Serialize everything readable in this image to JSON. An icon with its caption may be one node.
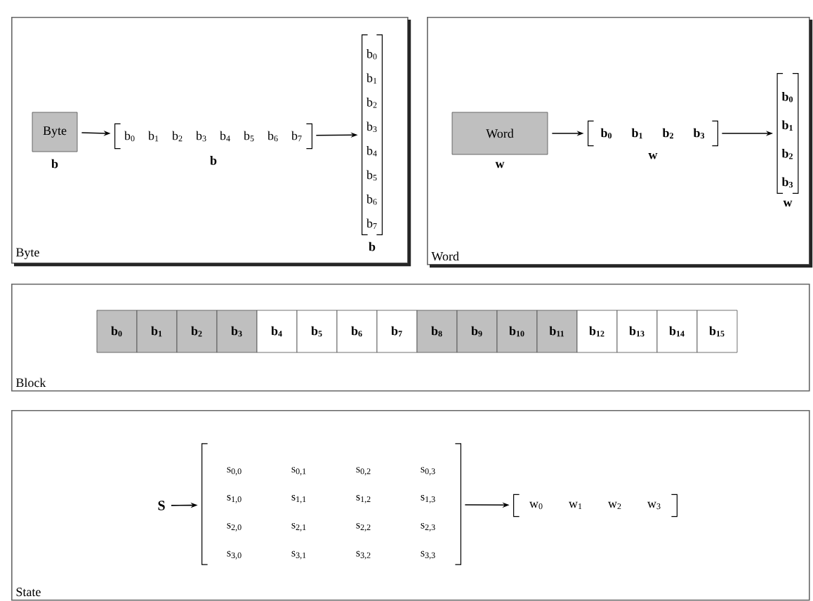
{
  "diagram": {
    "nodes": [
      {
        "text": [
          "Byte"
        ]
      },
      {
        "text": [
          "Byte"
        ],
        "beside": [
          "b"
        ],
        "in": 0
      },
      {
        "text": [
          "b$_{0}$",
          "b$_{1}$",
          "b$_{2}$",
          "b$_{3}$",
          "b$_{4}$",
          "b$_{5}$",
          "b$_{6}$",
          "b$_{7}$"
        ],
        "beside": [
          "b"
        ],
        "in": 0
      },
      {
        "text": [
          "b$_{0}$",
          "b$_{1}$",
          "b$_{2}$",
          "b$_{3}$",
          "b$_{4}$",
          "b$_{5}$",
          "b$_{6}$",
          "b$_{7}$"
        ],
        "beside": [
          "b"
        ],
        "in": 0
      },
      {
        "text": [
          "Word"
        ]
      },
      {
        "text": [
          "Word"
        ],
        "beside": [
          "w"
        ],
        "in": 4
      },
      {
        "text": [
          "b$_{0}$",
          "b$_{1}$",
          "b$_{2}$",
          "b$_{3}$"
        ],
        "beside": [
          "w"
        ],
        "in": 4
      },
      {
        "text": [
          "b$_{0}$",
          "b$_{1}$",
          "b$_{2}$",
          "b$_{3}$"
        ],
        "beside": [
          "w"
        ],
        "in": 4
      },
      {
        "text": [
          "Block"
        ]
      },
      {
        "text": [
          "b$_{0}$"
        ],
        "in": 8
      },
      {
        "text": [
          "b$_{1}$"
        ],
        "in": 8
      },
      {
        "text": [
          "b$_{2}$"
        ],
        "in": 8
      },
      {
        "text": [
          "b$_{3}$"
        ],
        "in": 8
      },
      {
        "text": [
          "b$_{4}$"
        ],
        "in": 8
      },
      {
        "text": [
          "b$_{5}$"
        ],
        "in": 8
      },
      {
        "text": [
          "b$_{6}$"
        ],
        "in": 8
      },
      {
        "text": [
          "b$_{7}$"
        ],
        "in": 8
      },
      {
        "text": [
          "b$_{8}$"
        ],
        "in": 8
      },
      {
        "text": [
          "b$_{9}$"
        ],
        "in": 8
      },
      {
        "text": [
          "b$_{10}$"
        ],
        "in": 8
      },
      {
        "text": [
          "b$_{11}$"
        ],
        "in": 8
      },
      {
        "text": [
          "b$_{12}$"
        ],
        "in": 8
      },
      {
        "text": [
          "b$_{13}$"
        ],
        "in": 8
      },
      {
        "text": [
          "b$_{14}$"
        ],
        "in": 8
      },
      {
        "text": [
          "b$_{15}$"
        ],
        "in": 8
      },
      {
        "text": [
          "State"
        ]
      },
      {
        "text": [
          "S"
        ],
        "in": 25
      },
      {
        "text": [
          "s$_{0,0}$",
          "s$_{0,1}$",
          "s$_{0,2}$",
          "s$_{0,3}$",
          "s$_{1,0}$",
          "s$_{1,1}$",
          "s$_{1,2}$",
          "s$_{1,3}$",
          "s$_{2,0}$",
          "s$_{2,1}$",
          "s$_{2,2}$",
          "s$_{2,3}$",
          "s$_{3,0}$",
          "s$_{3,1}$",
          "s$_{3,2}$",
          "s$_{3,3}$"
        ],
        "in": 25
      },
      {
        "text": [
          "w$_{0}$",
          "w$_{1}$",
          "w$_{2}$",
          "w$_{3}$"
        ],
        "in": 25
      }
    ],
    "edges": [
      {
        "from": 1,
        "to": 2,
        "arrow": "to"
      },
      {
        "from": 2,
        "to": 3,
        "arrow": "to"
      },
      {
        "from": 5,
        "to": 6,
        "arrow": "to"
      },
      {
        "from": 6,
        "to": 7,
        "arrow": "to"
      },
      {
        "from": 26,
        "to": 27,
        "arrow": "to"
      },
      {
        "from": 27,
        "to": 28,
        "arrow": "to"
      }
    ]
  }
}
